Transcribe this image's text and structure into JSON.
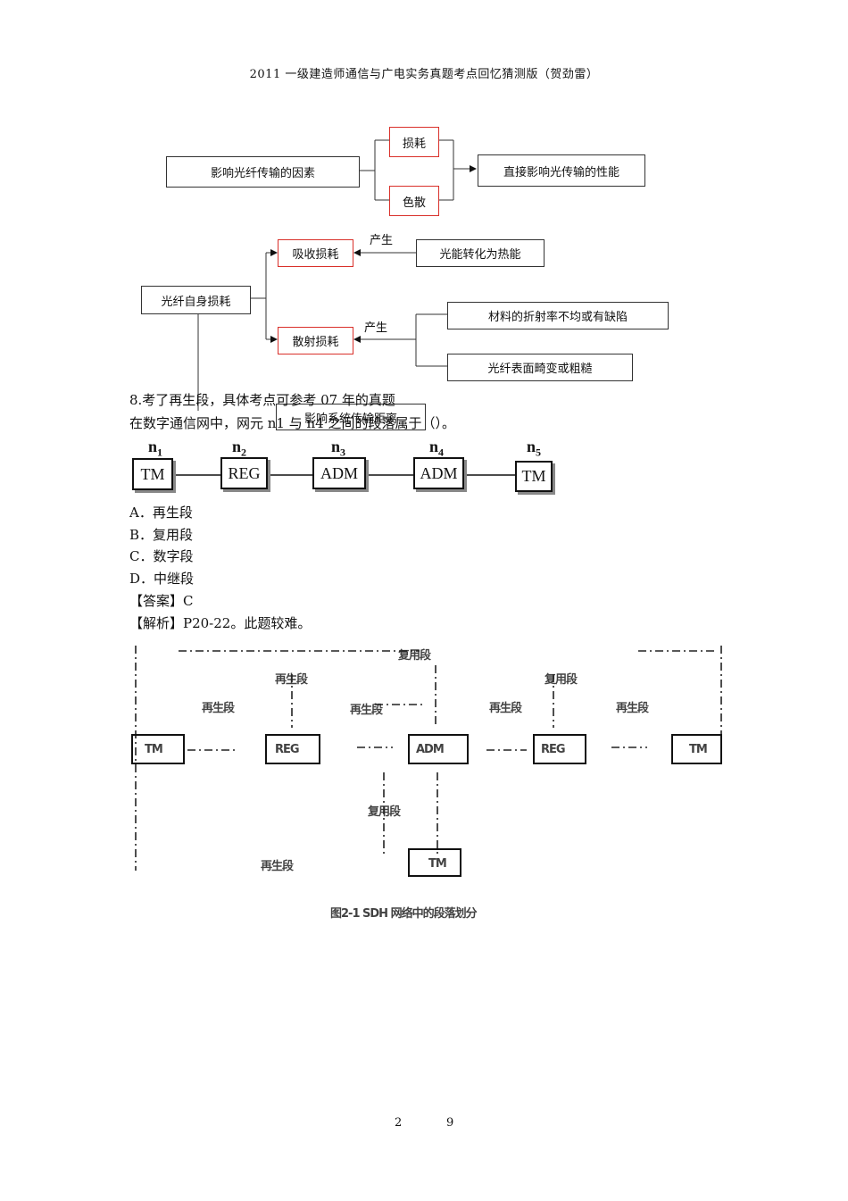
{
  "header": {
    "title": "2011 一级建造师通信与广电实务真题考点回忆猜测版（贺劲雷）"
  },
  "diagram1": {
    "left": "影响光纤传输的因素",
    "top": "损耗",
    "bottom": "色散",
    "right": "直接影响光传输的性能"
  },
  "diagram2": {
    "root": "光纤自身损耗",
    "absorb": "吸收损耗",
    "scatter": "散射损耗",
    "produce1": "产生",
    "produce2": "产生",
    "cause1": "光能转化为热能",
    "cause2": "材料的折射率不均或有缺陷",
    "cause3": "光纤表面畸变或粗糙",
    "effect": "影响系统传输距离"
  },
  "question": {
    "line1": "8.考了再生段，具体考点可参考 07 年的真题",
    "line2": "在数字通信网中，网元 n1 与 n4 之间的段落属于（）。",
    "options": [
      "A．再生段",
      "B．复用段",
      "C．数字段",
      "D．中继段"
    ],
    "answer": "【答案】C",
    "analysis": "【解析】P20-22。此题较难。"
  },
  "network": {
    "labels": [
      "n1",
      "n2",
      "n3",
      "n4",
      "n5"
    ],
    "nodes": [
      "TM",
      "REG",
      "ADM",
      "ADM",
      "TM"
    ]
  },
  "diagram3": {
    "labels": [
      "复用段",
      "再生段",
      "复用段",
      "再生段",
      "再生段",
      "再生段",
      "再生段",
      "复用段",
      "再生段"
    ],
    "nodes": [
      "TM",
      "REG",
      "ADM",
      "REG",
      "TM",
      "TM"
    ],
    "caption": "图2-1 SDH 网络中的段落划分"
  },
  "footer": {
    "page_left": "2",
    "page_right": "9"
  }
}
